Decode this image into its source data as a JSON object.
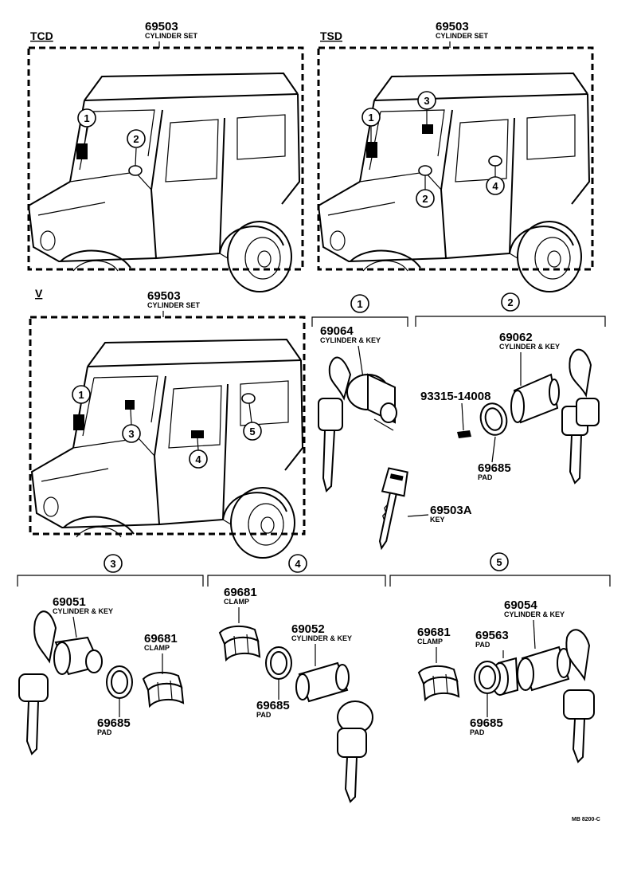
{
  "variants": [
    {
      "code": "TCD",
      "part_no": "69503",
      "desc": "CYLINDER SET"
    },
    {
      "code": "TSD",
      "part_no": "69503",
      "desc": "CYLINDER SET"
    },
    {
      "code": "V",
      "part_no": "69503",
      "desc": "CYLINDER SET"
    }
  ],
  "callout_numbers": [
    "1",
    "2",
    "3",
    "4",
    "5"
  ],
  "parts": [
    {
      "no": "69064",
      "desc": "CYLINDER & KEY"
    },
    {
      "no": "69062",
      "desc": "CYLINDER & KEY"
    },
    {
      "no": "93315-14008",
      "desc": ""
    },
    {
      "no": "69685",
      "desc": "PAD"
    },
    {
      "no": "69503A",
      "desc": "KEY"
    },
    {
      "no": "69051",
      "desc": "CYLINDER & KEY"
    },
    {
      "no": "69681",
      "desc": "CLAMP"
    },
    {
      "no": "69685",
      "desc": "PAD"
    },
    {
      "no": "69681",
      "desc": "CLAMP"
    },
    {
      "no": "69052",
      "desc": "CYLINDER & KEY"
    },
    {
      "no": "69685",
      "desc": "PAD"
    },
    {
      "no": "69681",
      "desc": "CLAMP"
    },
    {
      "no": "69054",
      "desc": "CYLINDER & KEY"
    },
    {
      "no": "69563",
      "desc": "PAD"
    },
    {
      "no": "69685",
      "desc": "PAD"
    }
  ],
  "footer_code": "MB 8200-C"
}
